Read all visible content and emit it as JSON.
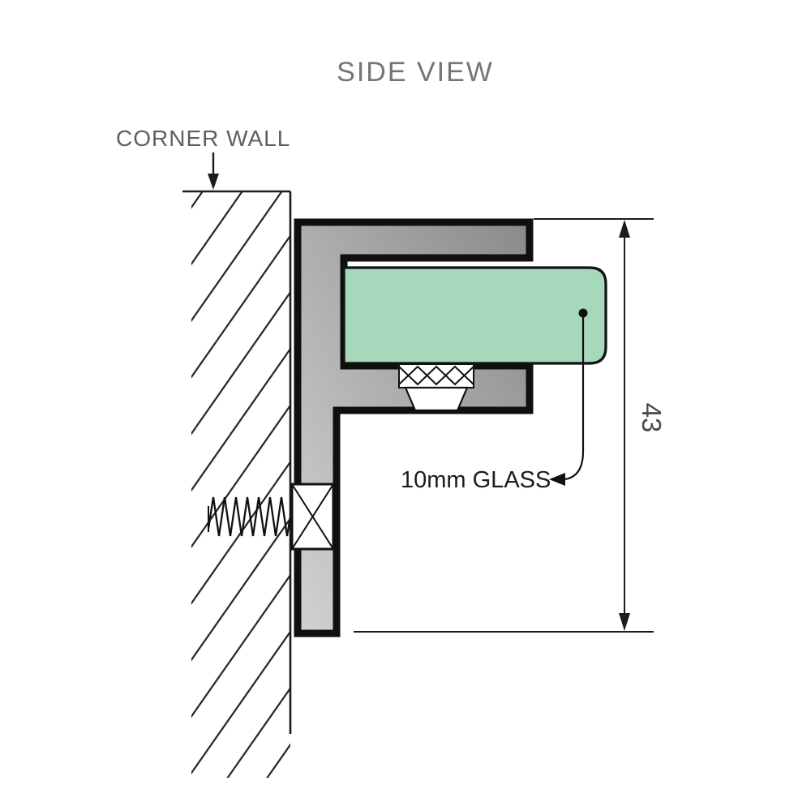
{
  "diagram": {
    "title": "SIDE VIEW",
    "wall_label": "CORNER WALL",
    "glass_label": "10mm GLASS",
    "dimension_value": "43",
    "colors": {
      "glass": "#a6d8bc",
      "bracket_light": "#d2d2d2",
      "bracket_dark": "#8a8a8a",
      "outline": "#0f0f0f",
      "heading_text": "#757575",
      "label_text": "#5f5f5f",
      "annotation_text": "#1c1c1c"
    }
  }
}
